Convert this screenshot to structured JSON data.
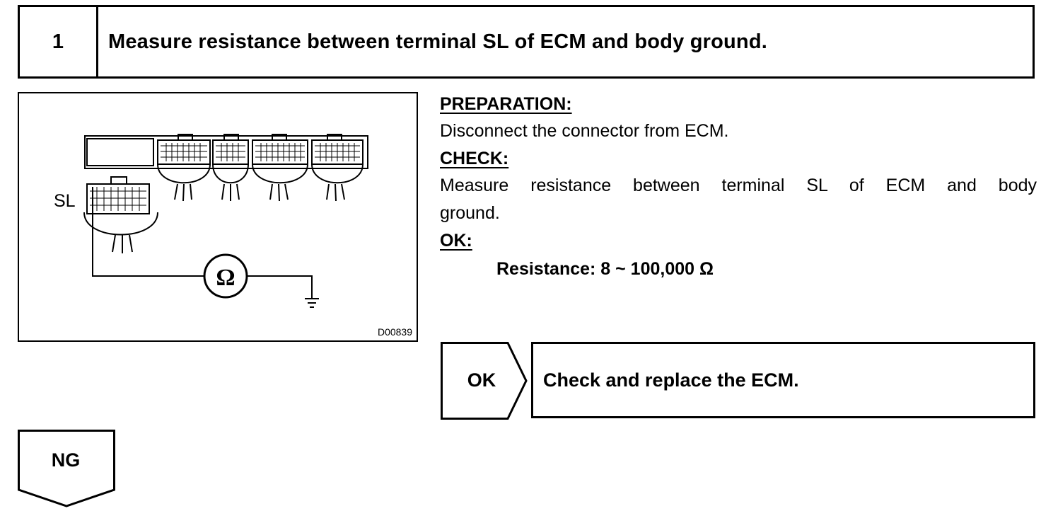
{
  "step": {
    "number": "1",
    "title": "Measure resistance between terminal SL of ECM and body ground."
  },
  "figure": {
    "terminal_label": "SL",
    "meter_symbol": "Ω",
    "figure_id": "D00839",
    "icons": [
      "ecm-connector-icon",
      "ohmmeter-icon",
      "ground-icon"
    ]
  },
  "instructions": {
    "preparation_heading": "PREPARATION:",
    "preparation_text": "Disconnect the connector from ECM.",
    "check_heading": "CHECK:",
    "check_text_line1": "Measure resistance between terminal SL of ECM and body",
    "check_text_line2": "ground.",
    "ok_heading": "OK:",
    "spec_text": "Resistance: 8 ~ 100,000 Ω"
  },
  "result_ok": {
    "label": "OK",
    "action": "Check and replace the ECM."
  },
  "result_ng": {
    "label": "NG"
  }
}
